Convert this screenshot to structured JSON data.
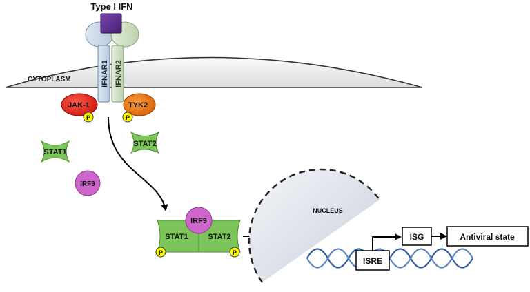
{
  "ligand": {
    "label": "Type I IFN"
  },
  "cytoplasm": {
    "label": "CYTOPLASM"
  },
  "receptors": {
    "r1": "IFNAR1",
    "r2": "IFNAR2"
  },
  "kinases": {
    "jak": "JAK-1",
    "tyk": "TYK2"
  },
  "phospho": "P",
  "free_proteins": {
    "stat1": "STAT1",
    "stat2": "STAT2",
    "irf9": "IRF9"
  },
  "complex": {
    "irf9": "IRF9",
    "stat1": "STAT1",
    "stat2": "STAT2"
  },
  "nucleus": {
    "label": "NUCLEUS"
  },
  "dna": {
    "isre": "ISRE"
  },
  "outputs": {
    "isg": "ISG",
    "state": "Antiviral state"
  },
  "colors": {
    "stat_green": "#7cc55a",
    "irf9_pink": "#cc66cc",
    "jak_red": "#e0261b",
    "tyk_orange": "#e8730f",
    "ligand_purple": "#5a2d8c",
    "phospho_yellow": "#ffff00",
    "dna_blue": "#2e5c9c"
  }
}
